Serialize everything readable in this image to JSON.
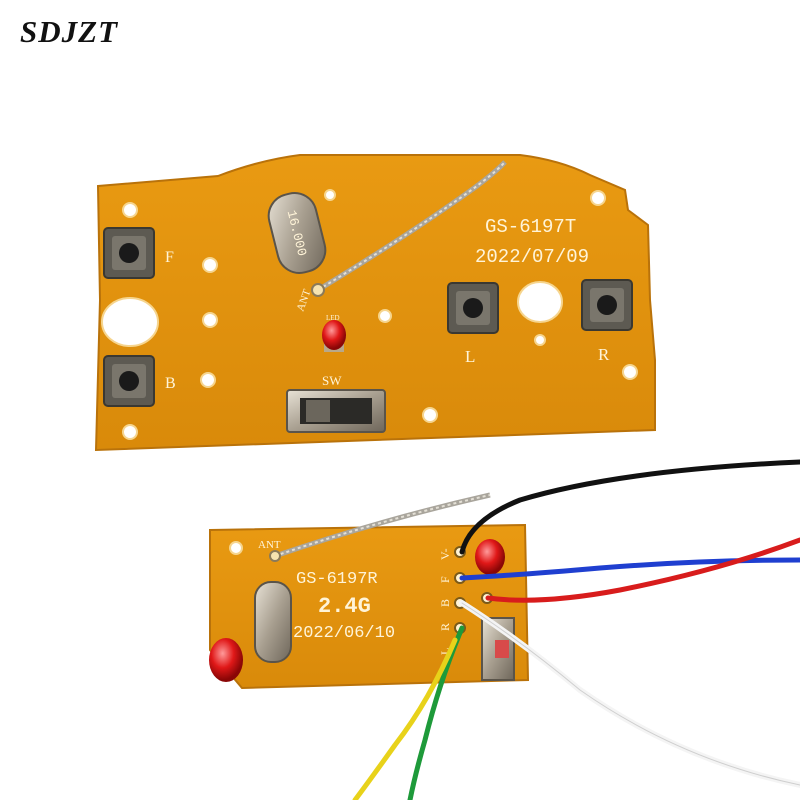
{
  "brand": {
    "logo_text": "SDJZT"
  },
  "transmitter": {
    "model": "GS-6197T",
    "date": "2022/07/09",
    "crystal": "16.000",
    "labels": {
      "ant": "ANT",
      "led": "LED",
      "sw": "SW",
      "f": "F",
      "b": "B",
      "l": "L",
      "r": "R"
    }
  },
  "receiver": {
    "model": "GS-6197R",
    "band": "2.4G",
    "date": "2022/06/10",
    "labels": {
      "ant": "ANT",
      "pins": [
        "V-",
        "F",
        "B",
        "R",
        "L"
      ]
    }
  },
  "colors": {
    "pcb": "#e2920f",
    "pcb_edge": "#c67c06",
    "wire_black": "#111111",
    "wire_blue": "#1f3fd0",
    "wire_red": "#d81c1c",
    "wire_white": "#f4f4f4",
    "wire_green": "#1e9a3a",
    "wire_yellow": "#e8d21a",
    "led_red": "#e01818"
  }
}
